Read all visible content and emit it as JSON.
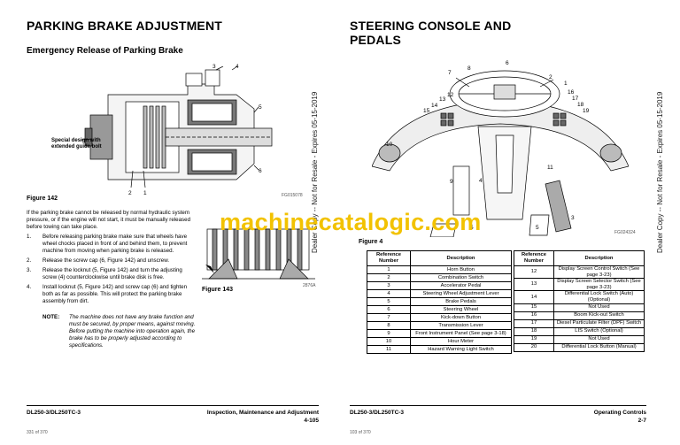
{
  "left_page": {
    "title": "PARKING BRAKE ADJUSTMENT",
    "subtitle": "Emergency Release of Parking Brake",
    "figure1": {
      "label": "Figure 142",
      "code": "FG015078",
      "note_line1": "Special design with",
      "note_line2": "extended guide bolt",
      "callouts": [
        "3",
        "4",
        "5",
        "6",
        "2",
        "1"
      ]
    },
    "intro": "If the parking brake cannot be released by normal hydraulic system pressure, or if the engine will not start, it must be manually released before towing can take place.",
    "steps": [
      {
        "num": "1.",
        "text": "Before releasing parking brake make sure that wheels have wheel chocks placed in front of and behind them, to prevent machine from moving when parking brake is released."
      },
      {
        "num": "2.",
        "text": "Release the screw cap (6, Figure 142) and unscrew."
      },
      {
        "num": "3.",
        "text": "Release the locknut (5, Figure 142) and turn the adjusting screw (4) counterclockwise until brake disk is free."
      },
      {
        "num": "4.",
        "text": "Install locknut (5, Figure 142) and screw cap (6) and tighten both as far as possible. This will protect the parking brake assembly from dirt."
      }
    ],
    "note_label": "NOTE:",
    "note_text": "The machine does not have any brake function and must be secured, by proper means, against moving. Before putting the machine into operation again, the brake has to be properly adjusted according to specifications.",
    "figure2": {
      "label": "Figure 143",
      "code": "2876A"
    },
    "footer_model": "DL250-3/DL250TC-3",
    "footer_section": "Inspection, Maintenance and Adjustment",
    "footer_pageno": "4-105",
    "footer_count": "331 of 370"
  },
  "right_page": {
    "title_line1": "STEERING CONSOLE AND",
    "title_line2": "PEDALS",
    "figure": {
      "label": "Figure 4",
      "code": "FG024324",
      "callouts": [
        "6",
        "7",
        "8",
        "2",
        "1",
        "12",
        "13",
        "14",
        "15",
        "16",
        "17",
        "18",
        "19",
        "10",
        "11",
        "9",
        "4",
        "5",
        "5",
        "3"
      ]
    },
    "table_header": {
      "ref": "Reference Number",
      "desc": "Description"
    },
    "table_left": [
      {
        "n": "1",
        "d": "Horn Button"
      },
      {
        "n": "2",
        "d": "Combination Switch"
      },
      {
        "n": "3",
        "d": "Accelerator Pedal"
      },
      {
        "n": "4",
        "d": "Steering Wheel Adjustment Lever"
      },
      {
        "n": "5",
        "d": "Brake Pedals"
      },
      {
        "n": "6",
        "d": "Steering Wheel"
      },
      {
        "n": "7",
        "d": "Kick-down Button"
      },
      {
        "n": "8",
        "d": "Transmission Lever"
      },
      {
        "n": "9",
        "d": "Front Instrument Panel (See page 3-18)"
      },
      {
        "n": "10",
        "d": "Hour Meter"
      },
      {
        "n": "11",
        "d": "Hazard Warning Light Switch"
      }
    ],
    "table_right": [
      {
        "n": "12",
        "d": "Display Screen Control Switch (See page 3-23)"
      },
      {
        "n": "13",
        "d": "Display Screen Selector Switch (See page 3-23)"
      },
      {
        "n": "14",
        "d": "Differential Lock Switch (Auto) (Optional)"
      },
      {
        "n": "15",
        "d": "Not Used"
      },
      {
        "n": "16",
        "d": "Boom Kick-out Switch"
      },
      {
        "n": "17",
        "d": "Diesel Particulate Filter (DPF) Switch"
      },
      {
        "n": "18",
        "d": "LIS Switch (Optional)"
      },
      {
        "n": "19",
        "d": "Not Used"
      },
      {
        "n": "20",
        "d": "Differential Lock Button (Manual)"
      }
    ],
    "footer_model": "DL250-3/DL250TC-3",
    "footer_section": "Operating Controls",
    "footer_pageno": "2-7",
    "footer_count": "103 of 370"
  },
  "watermark": "machinecatalogic.com",
  "side_stamp_left": "Dealer Copy -- Not for Resale - Expires 05-15-2019",
  "side_stamp_right": "Dealer Copy -- Not for Resale - Expires 05-15-2019"
}
